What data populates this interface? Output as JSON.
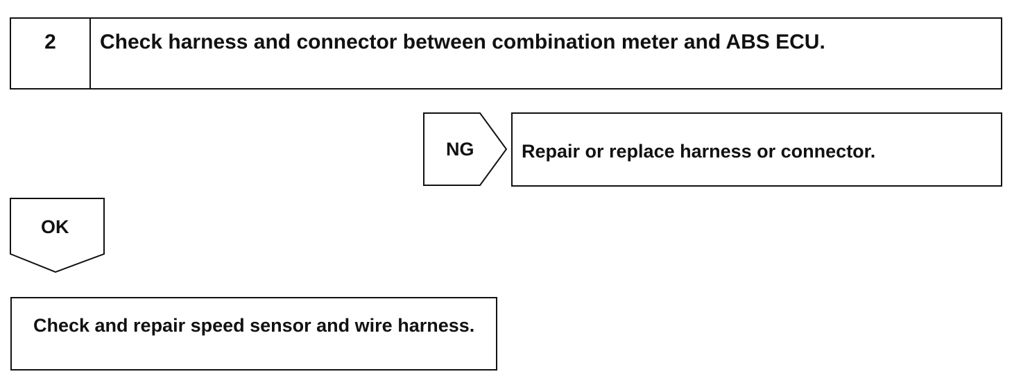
{
  "step": {
    "number": "2",
    "title": "Check harness and connector between combination meter and ABS ECU."
  },
  "ng_branch": {
    "label": "NG",
    "action": "Repair or replace harness or connector."
  },
  "ok_branch": {
    "label": "OK",
    "action": "Check and repair speed sensor and wire harness."
  }
}
